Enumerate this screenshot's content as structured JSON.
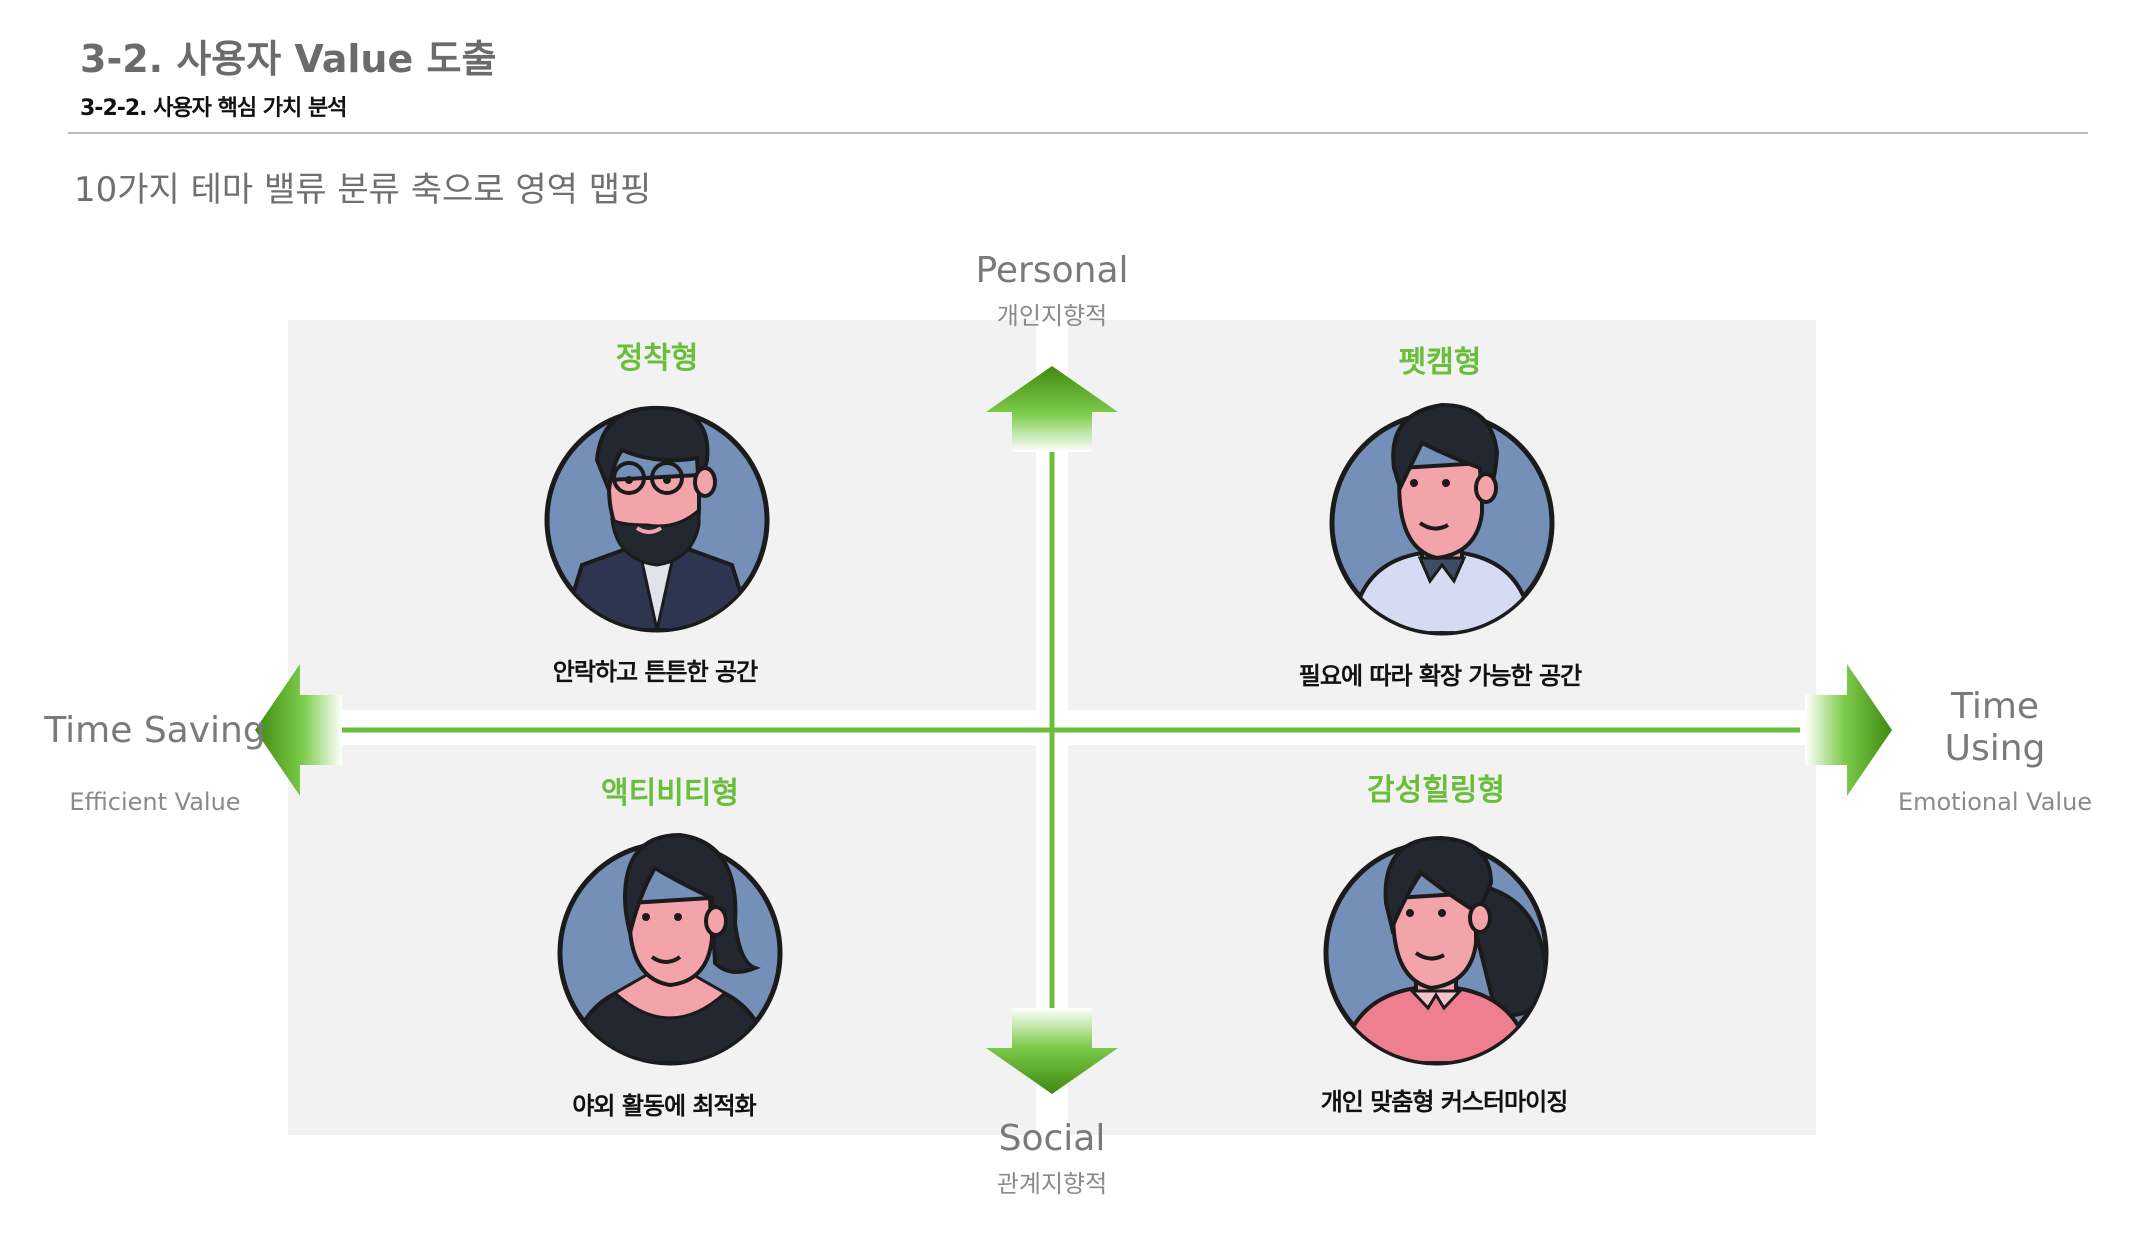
{
  "header": {
    "title": "3-2. 사용자 Value 도출",
    "subtitle": "3-2-2. 사용자 핵심 가치 분석",
    "caption": "10가지 테마 밸류 분류 축으로 영역 맵핑"
  },
  "axes": {
    "top": {
      "main": "Personal",
      "sub": "개인지향적"
    },
    "bottom": {
      "main": "Social",
      "sub": "관계지향적"
    },
    "left": {
      "main": "Time Saving",
      "sub": "Efficient Value"
    },
    "right": {
      "main_line1": "Time",
      "main_line2": "Using",
      "sub": "Emotional Value"
    }
  },
  "quadrants": [
    {
      "title": "정착형",
      "desc": "안락하고 튼튼한 공간",
      "icon": "bearded-man-avatar-icon"
    },
    {
      "title": "펫캠형",
      "desc": "필요에 따라 확장 가능한 공간",
      "icon": "young-man-avatar-icon"
    },
    {
      "title": "액티비티형",
      "desc": "야외 활동에 최적화",
      "icon": "woman-avatar-icon"
    },
    {
      "title": "감성힐링형",
      "desc": "개인 맞춤형 커스터마이징",
      "icon": "ponytail-woman-avatar-icon"
    }
  ],
  "colors": {
    "accent_green": "#6abf3a",
    "arrow_dark": "#3f8a12",
    "quadrant_bg": "#f2f2f2",
    "avatar_bg": "#7590b8",
    "skin": "#f3a3aa",
    "hair": "#232730"
  }
}
